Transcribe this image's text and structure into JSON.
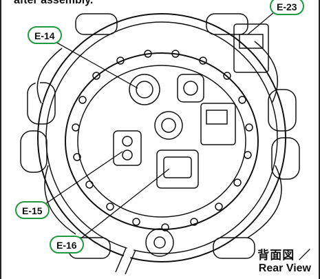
{
  "header_text": "after assembly.",
  "callouts": {
    "e14": "E-14",
    "e23": "E-23",
    "e15": "E-15",
    "e16": "E-16"
  },
  "view_label": {
    "jp": "背面図 ／",
    "en": "Rear View"
  },
  "colors": {
    "callout_border": "#1f9a3e",
    "line": "#111111"
  }
}
